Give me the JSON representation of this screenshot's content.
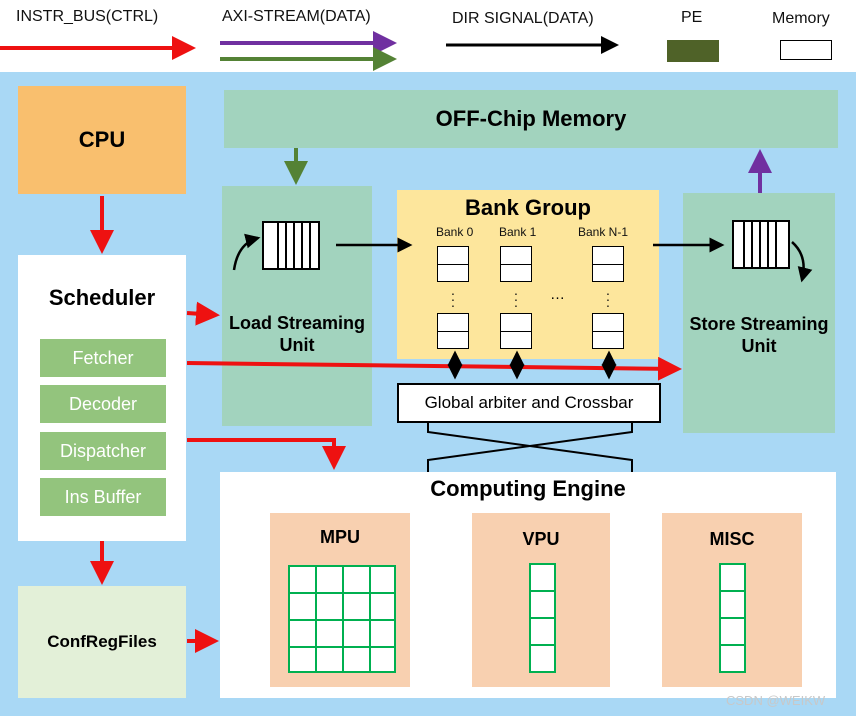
{
  "legend": {
    "instr_bus": "INSTR_BUS(CTRL)",
    "axi_stream": "AXI-STREAM(DATA)",
    "dir_signal": "DIR SIGNAL(DATA)",
    "pe": "PE",
    "memory": "Memory"
  },
  "blocks": {
    "cpu": "CPU",
    "off_chip": "OFF-Chip Memory",
    "scheduler": "Scheduler",
    "scheduler_items": [
      "Fetcher",
      "Decoder",
      "Dispatcher",
      "Ins Buffer"
    ],
    "load_unit": "Load Streaming Unit",
    "store_unit": "Store Streaming Unit",
    "bank_group": "Bank Group",
    "banks": [
      "Bank 0",
      "Bank 1",
      "Bank N-1"
    ],
    "bank_ellipsis": "…",
    "arbiter": "Global arbiter and Crossbar",
    "computing_engine": "Computing Engine",
    "mpu": "MPU",
    "vpu": "VPU",
    "misc": "MISC",
    "confreg": "ConfRegFiles"
  },
  "watermark": "CSDN @WEIKW",
  "colors": {
    "instr_bus": "#ee1111",
    "axi_purple": "#7030a0",
    "axi_green": "#548235",
    "pe": "#4f6228",
    "background": "#a9d8f5",
    "cpu": "#f9bf6e",
    "memory_block": "#a2d3be",
    "bank_group": "#fde69c",
    "scheduler_item": "#93c47d",
    "pe_block": "#f8d0b0",
    "pe_grid": "#00b050",
    "confreg": "#e3f0d8"
  }
}
